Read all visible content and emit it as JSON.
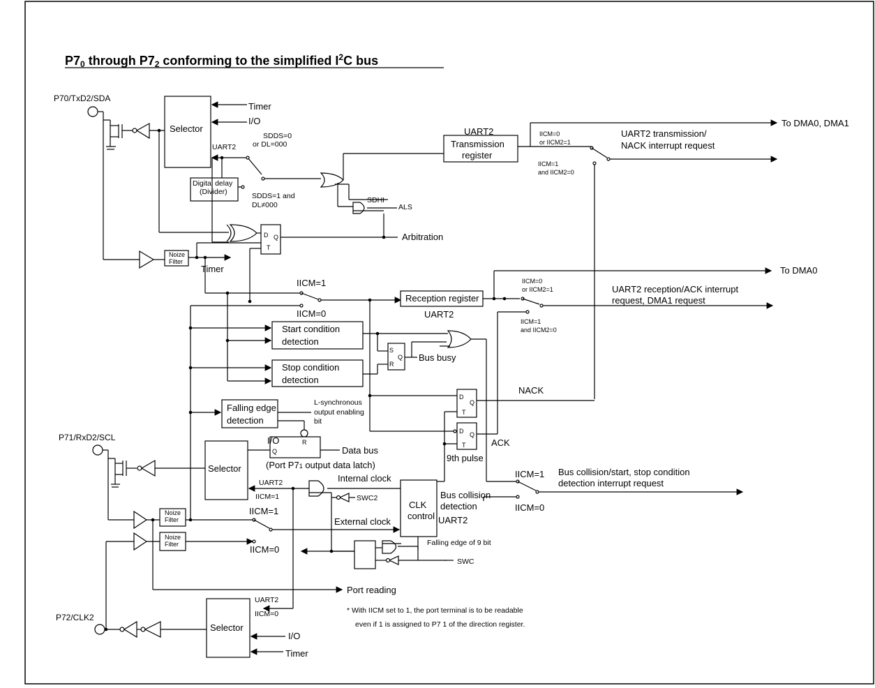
{
  "title": {
    "main": "P7",
    "sub0": "0",
    "mid1": " through P7",
    "sub2": "2",
    "mid2": " conforming to the simplified I",
    "sup": "2",
    "end": "C bus"
  },
  "pins": {
    "p70": "P70/TxD2/SDA",
    "p71": "P71/RxD2/SCL",
    "p72": "P72/CLK2"
  },
  "blocks": {
    "selector": "Selector",
    "digital_delay_1": "Digital delay",
    "digital_delay_2": "(Divider)",
    "transmission_1": "Transmission",
    "transmission_2": "register",
    "reception": "Reception register",
    "start_1": "Start condition",
    "start_2": "detection",
    "stop_1": "Stop condition",
    "stop_2": "detection",
    "falling_1": "Falling edge",
    "falling_2": "detection",
    "clk_1": "CLK",
    "clk_2": "control",
    "noize_1": "Noize",
    "noize_2": "Filter"
  },
  "flipflop": {
    "d": "D",
    "q": "Q",
    "t": "T",
    "s": "S",
    "r": "R"
  },
  "labels": {
    "timer": "Timer",
    "io": "I/O",
    "uart2": "UART2",
    "sdds0": "SDDS=0",
    "dl000": "or DL=000",
    "sdds1": "SDDS=1 and",
    "dlne": "DL≠000",
    "sdhi": "SDHI",
    "als": "ALS",
    "arbitration": "Arbitration",
    "iicm1": "IICM=1",
    "iicm0": "IICM=0",
    "iicm0_or": "IICM=0",
    "or_iicm2_1": "or IICM2=1",
    "iicm1_and": "IICM=1",
    "and_iicm2_0": "and IICM2=0",
    "to_dma01": "To DMA0, DMA1",
    "to_dma0": "To DMA0",
    "tx_int_1": "UART2 transmission/",
    "tx_int_2": "NACK interrupt request",
    "rx_int_1": "UART2 reception/ACK interrupt",
    "rx_int_2": "request,  DMA1 request",
    "bus_busy": "Bus busy",
    "nack": "NACK",
    "ack": "ACK",
    "lsync_1": "L-synchronous",
    "lsync_2": "output enabling",
    "lsync_3": "bit",
    "data_bus": "Data bus",
    "latch": "(Port P7",
    "latch_sub": "1",
    "latch_end": " output data latch)",
    "ninth": "9th pulse",
    "internal_clock": "Internal clock",
    "external_clock": "External clock",
    "swc2": "SWC2",
    "swc": "SWC",
    "bus_coll_1": "Bus collision",
    "bus_coll_2": "detection",
    "coll_int_1": "Bus collision/start, stop condition",
    "coll_int_2": "detection interrupt request",
    "falling9": "Falling edge of 9 bit",
    "port_reading": "Port reading",
    "note_1": "* With IICM set to 1, the port terminal is to be readable",
    "note_2": "even if 1 is assigned to P7 1 of the direction register."
  }
}
